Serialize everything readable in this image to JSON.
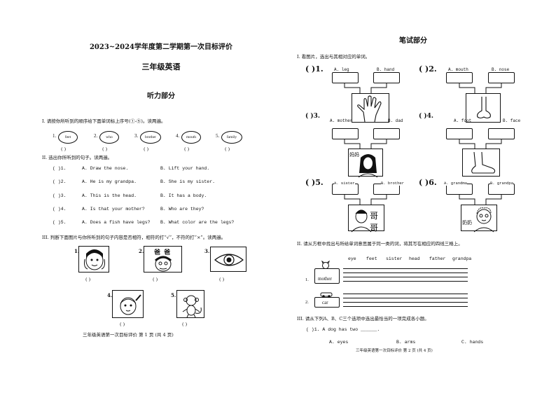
{
  "left": {
    "header": "2023~2024学年度第二学期第一次目标评价",
    "subheader": "三年级英语",
    "section_title": "听力部分",
    "part1": {
      "instruction": "I. 请按你所听到的顺序给下面单词标上序号(①-⑤)。读两遍。",
      "words": [
        {
          "num": "1.",
          "word": "feet"
        },
        {
          "num": "2.",
          "word": "who"
        },
        {
          "num": "3.",
          "word": "brother"
        },
        {
          "num": "4.",
          "word": "mouth"
        },
        {
          "num": "5.",
          "word": "family"
        }
      ],
      "paren": "(     )"
    },
    "part2": {
      "instruction": "II. 选出你所听到的句子。读两遍。",
      "items": [
        {
          "n": "(     )1.",
          "a": "A. Draw the nose.",
          "b": "B. Lift your hand."
        },
        {
          "n": "(     )2.",
          "a": "A. He is my grandpa.",
          "b": "B. She is my sister."
        },
        {
          "n": "(     )3.",
          "a": "A. This is the head.",
          "b": "B. It has a body."
        },
        {
          "n": "(     )4.",
          "a": "A. Is that your mother?",
          "b": "B. Who are they?"
        },
        {
          "n": "(     )5.",
          "a": "A. Does a fish have legs?",
          "b": "B. What color are the legs?"
        }
      ]
    },
    "part3": {
      "instruction": "III. 判断下面图片与你所听到的句子内容是否相符，相符的打“√”，不符的打“×”。读两遍。",
      "pics": [
        {
          "num": "1.",
          "caption": ""
        },
        {
          "num": "2.",
          "caption": "爸 爸"
        },
        {
          "num": "3.",
          "caption": ""
        },
        {
          "num": "4.",
          "caption": ""
        },
        {
          "num": "5.",
          "caption": ""
        }
      ],
      "paren": "(     )"
    },
    "footer": "三年级英语第一次目标评价    第 1 页    (共 4 页)"
  },
  "right": {
    "section_title": "笔试部分",
    "part1": {
      "instruction": "I. 看图片，选出与其相对应的单词。",
      "items": [
        {
          "n": "(     )1.",
          "a": "A. leg",
          "b": "B. hand",
          "label": ""
        },
        {
          "n": "(     )2.",
          "a": "A. mouth",
          "b": "B. nose",
          "label": ""
        },
        {
          "n": "(     )3.",
          "a": "A. mother",
          "b": "B. dad",
          "label": "妈妈"
        },
        {
          "n": "(     )4.",
          "a": "A. foot",
          "b": "B. face",
          "label": ""
        },
        {
          "n": "(     )5.",
          "a": "A. sister",
          "b": "B. brother",
          "label": "哥哥"
        },
        {
          "n": "(     )6.",
          "a": "A. grandma",
          "b": "B. grandpa",
          "label": "奶奶"
        }
      ]
    },
    "part2": {
      "instruction": "II. 请从方框中找出与所给单词意思属于同一类的词，将其写在相应的四线三格上。",
      "word_box": [
        "eye",
        "feet",
        "sister",
        "head",
        "father",
        "grandpa"
      ],
      "rows": [
        {
          "n": "1.",
          "word": "mother"
        },
        {
          "n": "2.",
          "word": "car"
        }
      ]
    },
    "part3": {
      "instruction": "III. 请从下列A、B、C三个选项中选出最恰当的一项完成各小题。",
      "q1": "(     )1. A dog has two ______.",
      "options": [
        "A. eyes",
        "B. arms",
        "C. hands"
      ]
    },
    "footer": "三年级英语第一次目标评价    第 2 页    (共 4 页)"
  }
}
